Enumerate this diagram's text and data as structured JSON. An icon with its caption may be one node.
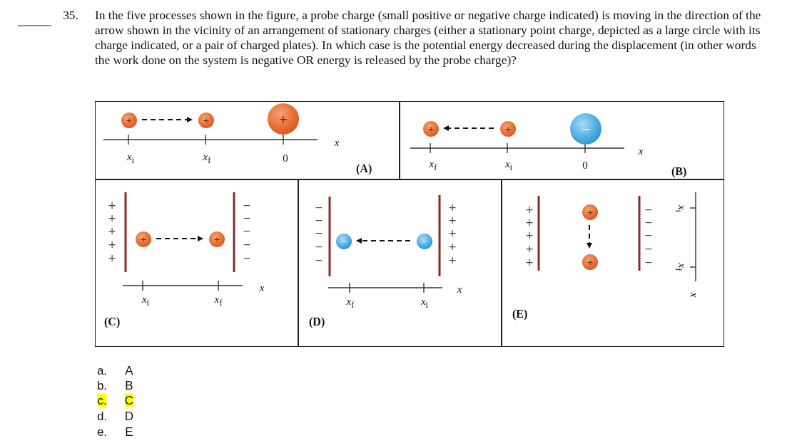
{
  "diagram": {
    "nodes": [
      {
        "text": [
          "(A)"
        ]
      },
      {
        "text": [
          "+"
        ],
        "in": 0
      },
      {
        "text": [
          "+"
        ],
        "in": 0
      },
      {
        "text": [
          "+"
        ],
        "in": 0
      },
      {
        "text": [
          "(B)"
        ]
      },
      {
        "text": [
          "+"
        ],
        "in": 4
      },
      {
        "text": [
          "+"
        ],
        "in": 4
      },
      {
        "text": [
          "−"
        ],
        "in": 4
      },
      {
        "text": [
          "(C)"
        ]
      },
      {
        "text": [
          "+"
        ],
        "in": 8
      },
      {
        "text": [
          "+"
        ],
        "in": 8
      },
      {
        "text": [
          "(D)"
        ]
      },
      {
        "text": [
          "−"
        ],
        "in": 11
      },
      {
        "text": [
          "−"
        ],
        "in": 11
      },
      {
        "text": [
          "(E)"
        ]
      },
      {
        "text": [
          "+"
        ],
        "in": 14
      },
      {
        "text": [
          "+"
        ],
        "in": 14
      }
    ],
    "edges": [
      {
        "from": 1,
        "to": 2,
        "arrow": "to",
        "style": "dashed"
      },
      {
        "from": 6,
        "to": 5,
        "arrow": "to",
        "style": "dashed"
      },
      {
        "from": 9,
        "to": 10,
        "arrow": "to",
        "style": "dashed"
      },
      {
        "from": 13,
        "to": 12,
        "arrow": "to",
        "style": "dashed"
      },
      {
        "from": 15,
        "to": 16,
        "arrow": "to",
        "style": "dashed"
      }
    ],
    "labels": [
      "35.",
      "In the five processes shown in the figure, a probe charge (small positive or negative charge indicated) is moving in the direction of the arrow shown in the vicinity of an arrangement of stationary charges (either a stationary point charge, depicted as a large circle with its charge indicated, or a pair of charged plates). In which case is the potential energy decreased during the displacement (in other words the work done on the system is negative OR energy is released by the probe charge)?",
      "*x*",
      "*x*$_{i}$",
      "*x*$_{f}$",
      "0",
      "*x*",
      "*x*$_{f}$",
      "*x*$_{i}$",
      "0",
      "+",
      "+",
      "+",
      "+",
      "+",
      "−",
      "−",
      "−",
      "−",
      "−",
      "*x*",
      "*x*$_{i}$",
      "*x*$_{f}$",
      "−",
      "−",
      "−",
      "−",
      "−",
      "+",
      "+",
      "+",
      "+",
      "+",
      "*x*",
      "*x*$_{f}$",
      "*x*$_{i}$",
      "+",
      "+",
      "+",
      "+",
      "+",
      "−",
      "−",
      "−",
      "−",
      "−",
      "*x*$_{i}$",
      "*x*$_{f}$",
      "*x*",
      "a.",
      "A",
      "b.",
      "B",
      "c.",
      "C",
      "d.",
      "D",
      "e.",
      "E"
    ]
  }
}
